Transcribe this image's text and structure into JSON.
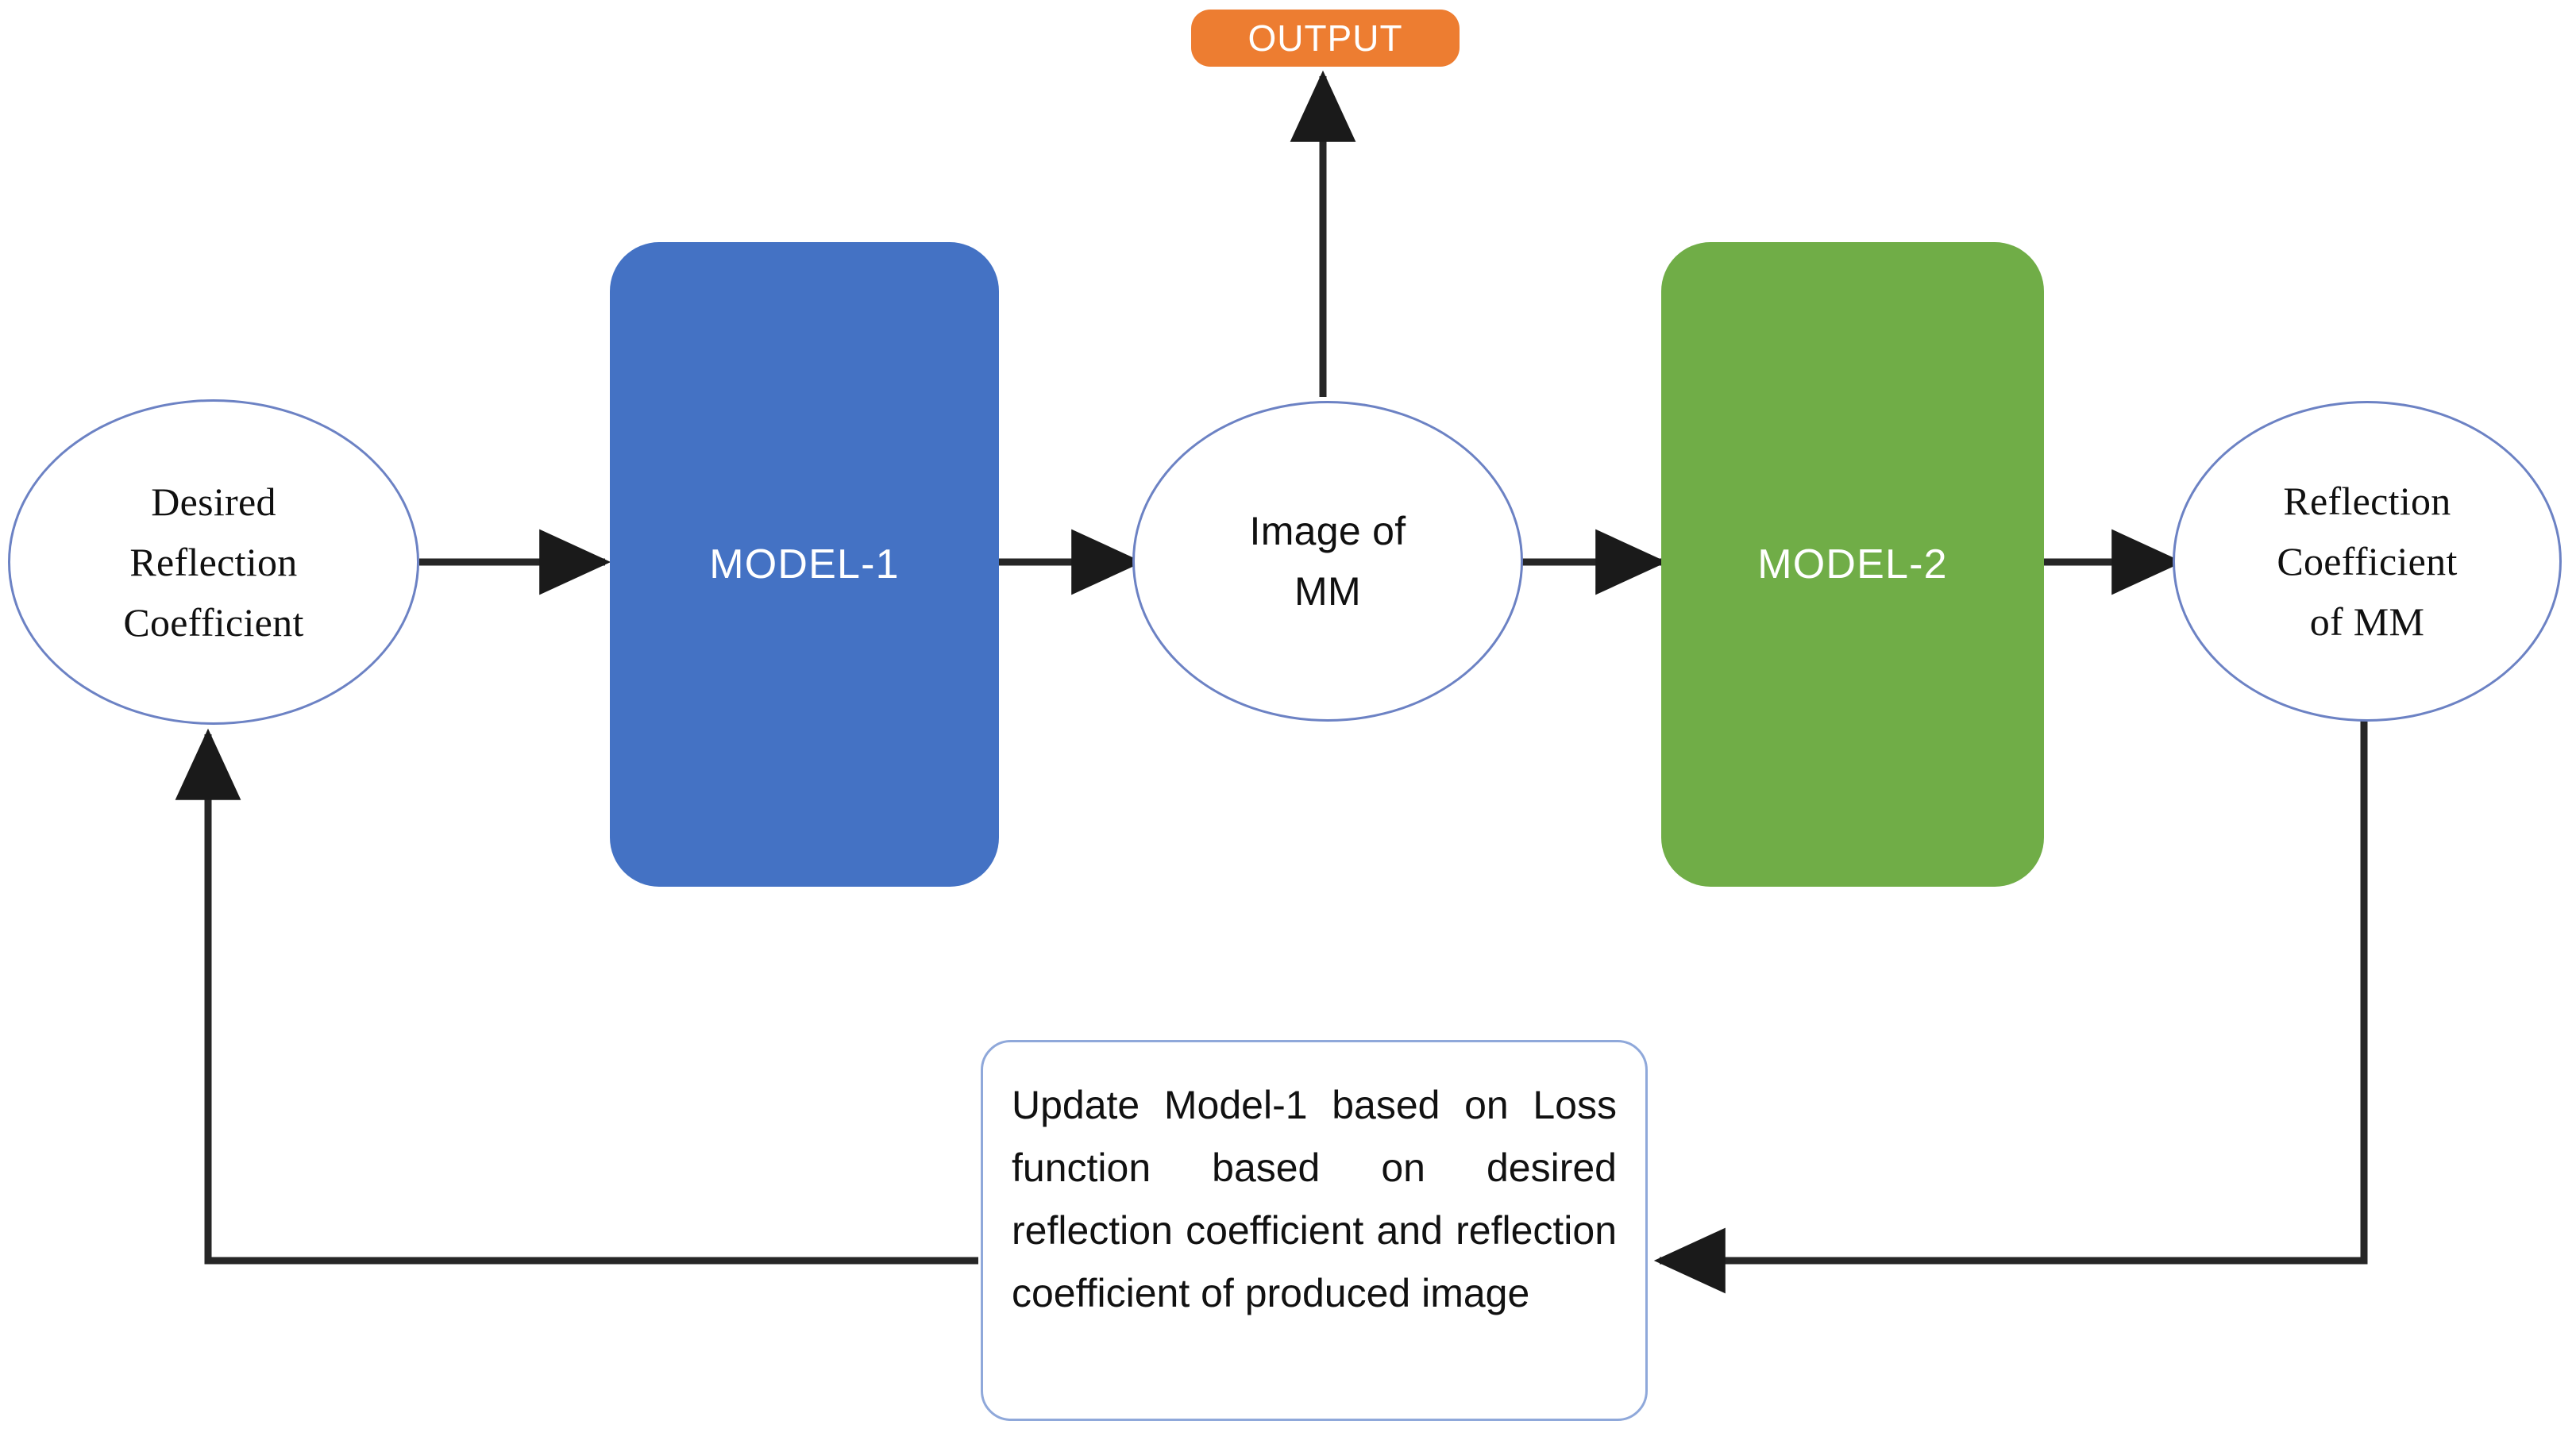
{
  "diagram": {
    "title": "Inverse design loop with two models",
    "background": "#ffffff",
    "nodes": {
      "desired_rc": {
        "label": "Desired\nReflection\nCoefficient",
        "shape": "ellipse",
        "stroke": "#6C82C4",
        "fill": "#ffffff",
        "text_color": "#101010"
      },
      "model_1": {
        "label": "MODEL-1",
        "shape": "rounded-rect",
        "fill": "#4472C4",
        "text_color": "#ffffff"
      },
      "image_mm": {
        "label": "Image of\nMM",
        "shape": "ellipse",
        "stroke": "#6C82C4",
        "fill": "#ffffff",
        "text_color": "#101010"
      },
      "model_2": {
        "label": "MODEL-2",
        "shape": "rounded-rect",
        "fill": "#70AD47",
        "text_color": "#ffffff"
      },
      "reflection_mm": {
        "label": "Reflection\nCoefficient\nof MM",
        "shape": "ellipse",
        "stroke": "#6C82C4",
        "fill": "#ffffff",
        "text_color": "#101010"
      },
      "output": {
        "label": "OUTPUT",
        "shape": "rounded-rect",
        "fill": "#ED7D31",
        "text_color": "#ffffff"
      },
      "update_note": {
        "label": "Update Model-1 based on Loss function based on desired reflection coefficient and reflection coefficient of produced image",
        "shape": "rounded-rect",
        "stroke": "#8FA8DA",
        "fill": "#ffffff",
        "text_color": "#111111"
      }
    },
    "edges": [
      {
        "name": "desired-to-model1",
        "from": "desired_rc",
        "to": "model_1",
        "style": "arrow",
        "color": "#262626"
      },
      {
        "name": "model1-to-image",
        "from": "model_1",
        "to": "image_mm",
        "style": "arrow",
        "color": "#262626"
      },
      {
        "name": "image-to-output",
        "from": "image_mm",
        "to": "output",
        "style": "arrow",
        "color": "#262626"
      },
      {
        "name": "image-to-model2",
        "from": "image_mm",
        "to": "model_2",
        "style": "arrow",
        "color": "#262626"
      },
      {
        "name": "model2-to-reflection",
        "from": "model_2",
        "to": "reflection_mm",
        "style": "arrow",
        "color": "#262626"
      },
      {
        "name": "reflection-to-note",
        "from": "reflection_mm",
        "to": "update_note",
        "style": "elbow-arrow",
        "color": "#262626"
      },
      {
        "name": "note-to-desired",
        "from": "update_note",
        "to": "desired_rc",
        "style": "elbow-arrow",
        "color": "#262626"
      }
    ]
  }
}
